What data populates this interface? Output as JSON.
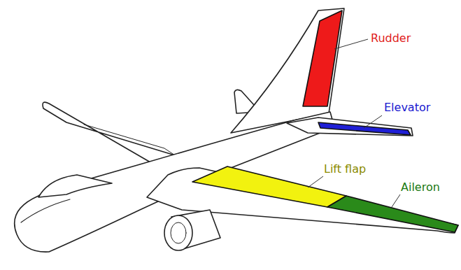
{
  "diagram": {
    "labels": [
      "Rudder",
      "Elevator",
      "Lift flap",
      "Aileron"
    ]
  }
}
